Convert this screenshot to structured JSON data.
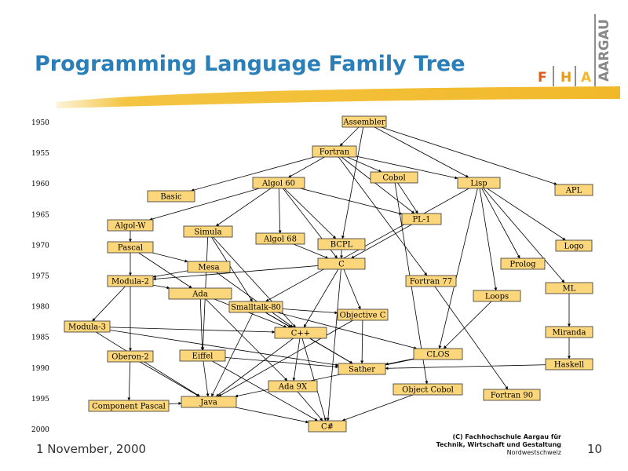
{
  "title": "Programming Language Family Tree",
  "footer": {
    "date": "1 November, 2000",
    "copyright_line1": "(C) Fachhochschule Aargau für",
    "copyright_line2": "Technik, Wirtschaft und Gestaltung",
    "copyright_line3": "Nordwestschweiz",
    "page_number": "10"
  },
  "logo": {
    "letters": [
      "F",
      "H",
      "A"
    ],
    "vertical_text": "AARGAU"
  },
  "colors": {
    "title": "#2a7fb8",
    "node_fill": "#fcd67a",
    "node_border": "#333333",
    "edge": "#000000",
    "swoosh": "#f4c542",
    "logo_f": "#e05a1c",
    "logo_h": "#e89a1c",
    "logo_a": "#f2b92a",
    "logo_text": "#888888"
  },
  "years": [
    "1950",
    "1955",
    "1960",
    "1965",
    "1970",
    "1975",
    "1980",
    "1985",
    "1990",
    "1995",
    "2000"
  ],
  "languages": [
    {
      "id": "assembler",
      "label": "Assembler"
    },
    {
      "id": "fortran",
      "label": "Fortran"
    },
    {
      "id": "cobol",
      "label": "Cobol"
    },
    {
      "id": "algol60",
      "label": "Algol 60"
    },
    {
      "id": "lisp",
      "label": "Lisp"
    },
    {
      "id": "apl",
      "label": "APL"
    },
    {
      "id": "basic",
      "label": "Basic"
    },
    {
      "id": "pl1",
      "label": "PL-1"
    },
    {
      "id": "algolw",
      "label": "Algol-W"
    },
    {
      "id": "simula",
      "label": "Simula"
    },
    {
      "id": "algol68",
      "label": "Algol 68"
    },
    {
      "id": "bcpl",
      "label": "BCPL"
    },
    {
      "id": "logo",
      "label": "Logo"
    },
    {
      "id": "pascal",
      "label": "Pascal"
    },
    {
      "id": "c",
      "label": "C"
    },
    {
      "id": "prolog",
      "label": "Prolog"
    },
    {
      "id": "mesa",
      "label": "Mesa"
    },
    {
      "id": "modula2",
      "label": "Modula-2"
    },
    {
      "id": "fortran77",
      "label": "Fortran 77"
    },
    {
      "id": "ml",
      "label": "ML"
    },
    {
      "id": "ada",
      "label": "Ada"
    },
    {
      "id": "loops",
      "label": "Loops"
    },
    {
      "id": "smalltalk80",
      "label": "Smalltalk-80"
    },
    {
      "id": "objc",
      "label": "Objective C"
    },
    {
      "id": "modula3",
      "label": "Modula-3"
    },
    {
      "id": "cpp",
      "label": "C++"
    },
    {
      "id": "miranda",
      "label": "Miranda"
    },
    {
      "id": "clos",
      "label": "CLOS"
    },
    {
      "id": "oberon2",
      "label": "Oberon-2"
    },
    {
      "id": "eiffel",
      "label": "Eiffel"
    },
    {
      "id": "haskell",
      "label": "Haskell"
    },
    {
      "id": "sather",
      "label": "Sather"
    },
    {
      "id": "ada9x",
      "label": "Ada 9X"
    },
    {
      "id": "objcobol",
      "label": "Object Cobol"
    },
    {
      "id": "fortran90",
      "label": "Fortran 90"
    },
    {
      "id": "cpascal",
      "label": "Component Pascal"
    },
    {
      "id": "java",
      "label": "Java"
    },
    {
      "id": "csharp",
      "label": "C#"
    }
  ],
  "influences": [
    [
      "assembler",
      "fortran"
    ],
    [
      "assembler",
      "lisp"
    ],
    [
      "assembler",
      "apl"
    ],
    [
      "assembler",
      "bcpl"
    ],
    [
      "fortran",
      "algol60"
    ],
    [
      "fortran",
      "cobol"
    ],
    [
      "fortran",
      "basic"
    ],
    [
      "fortran",
      "lisp"
    ],
    [
      "fortran",
      "pl1"
    ],
    [
      "fortran",
      "fortran77"
    ],
    [
      "cobol",
      "pl1"
    ],
    [
      "cobol",
      "objcobol"
    ],
    [
      "lisp",
      "logo"
    ],
    [
      "lisp",
      "prolog"
    ],
    [
      "lisp",
      "ml"
    ],
    [
      "lisp",
      "loops"
    ],
    [
      "lisp",
      "clos"
    ],
    [
      "lisp",
      "smalltalk80"
    ],
    [
      "algol60",
      "algolw"
    ],
    [
      "algol60",
      "simula"
    ],
    [
      "algol60",
      "algol68"
    ],
    [
      "algol60",
      "pl1"
    ],
    [
      "algol60",
      "bcpl"
    ],
    [
      "algol60",
      "c"
    ],
    [
      "algolw",
      "pascal"
    ],
    [
      "algol68",
      "c"
    ],
    [
      "bcpl",
      "c"
    ],
    [
      "pl1",
      "c"
    ],
    [
      "simula",
      "smalltalk80"
    ],
    [
      "simula",
      "cpp"
    ],
    [
      "simula",
      "eiffel"
    ],
    [
      "pascal",
      "mesa"
    ],
    [
      "pascal",
      "modula2"
    ],
    [
      "pascal",
      "ada"
    ],
    [
      "mesa",
      "modula2"
    ],
    [
      "mesa",
      "cpp"
    ],
    [
      "modula2",
      "modula3"
    ],
    [
      "modula2",
      "oberon2"
    ],
    [
      "modula2",
      "ada"
    ],
    [
      "c",
      "cpp"
    ],
    [
      "c",
      "objc"
    ],
    [
      "c",
      "csharp"
    ],
    [
      "c",
      "modula2"
    ],
    [
      "ada",
      "eiffel"
    ],
    [
      "ada",
      "ada9x"
    ],
    [
      "ada",
      "cpp"
    ],
    [
      "smalltalk80",
      "objc"
    ],
    [
      "smalltalk80",
      "cpp"
    ],
    [
      "smalltalk80",
      "clos"
    ],
    [
      "smalltalk80",
      "sather"
    ],
    [
      "smalltalk80",
      "java"
    ],
    [
      "objc",
      "sather"
    ],
    [
      "objc",
      "java"
    ],
    [
      "cpp",
      "java"
    ],
    [
      "cpp",
      "sather"
    ],
    [
      "cpp",
      "ada9x"
    ],
    [
      "cpp",
      "csharp"
    ],
    [
      "ml",
      "miranda"
    ],
    [
      "miranda",
      "haskell"
    ],
    [
      "loops",
      "clos"
    ],
    [
      "fortran77",
      "fortran90"
    ],
    [
      "modula3",
      "java"
    ],
    [
      "modula3",
      "sather"
    ],
    [
      "modula3",
      "cpp"
    ],
    [
      "oberon2",
      "cpascal"
    ],
    [
      "oberon2",
      "java"
    ],
    [
      "cpascal",
      "java"
    ],
    [
      "eiffel",
      "sather"
    ],
    [
      "eiffel",
      "java"
    ],
    [
      "eiffel",
      "csharp"
    ],
    [
      "clos",
      "sather"
    ],
    [
      "clos",
      "java"
    ],
    [
      "haskell",
      "sather"
    ],
    [
      "java",
      "csharp"
    ],
    [
      "ada9x",
      "csharp"
    ],
    [
      "objcobol",
      "csharp"
    ]
  ]
}
